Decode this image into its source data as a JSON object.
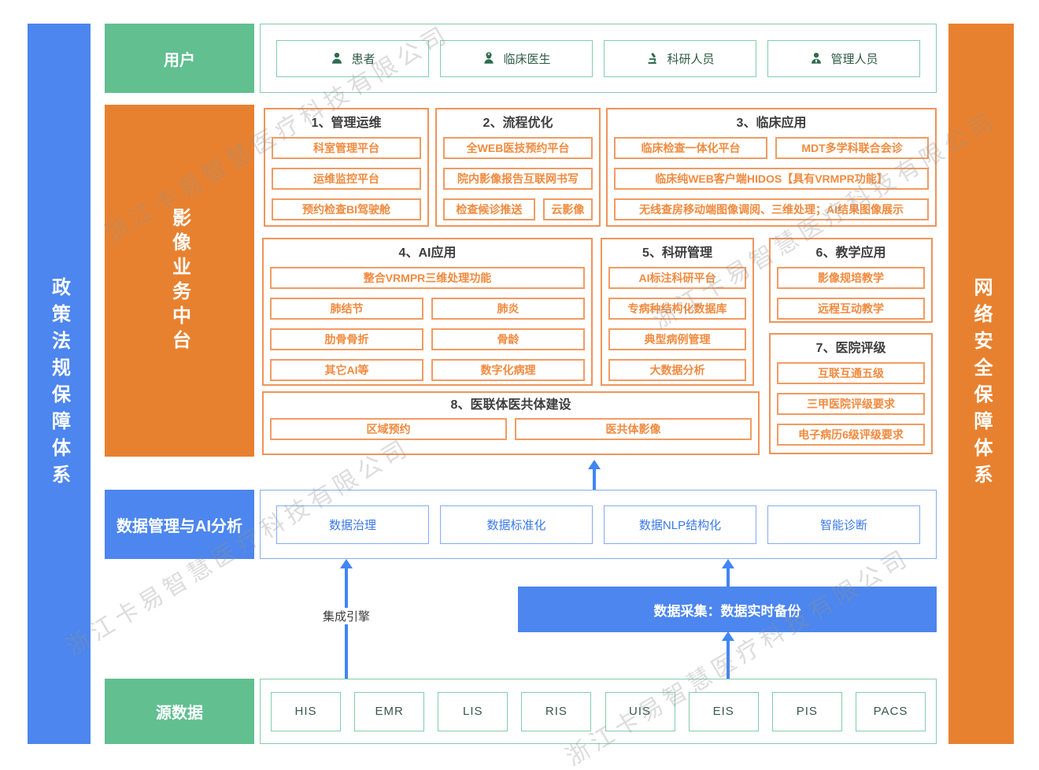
{
  "watermark_text": "浙江卡易智慧医疗科技有限公司",
  "colors": {
    "green": "#61BF90",
    "blue": "#4C86EE",
    "orange": "#E8812F",
    "arrow_blue": "#4285F4",
    "orange_item_text": "#F28A3E",
    "dark_green_icon": "#2D6B4F"
  },
  "left_bar": {
    "label": "政策法规保障体系"
  },
  "right_bar": {
    "label": "网络安全保障体系"
  },
  "users": {
    "label": "用户",
    "items": [
      {
        "label": "患者",
        "icon": "patient-icon"
      },
      {
        "label": "临床医生",
        "icon": "doctor-icon"
      },
      {
        "label": "科研人员",
        "icon": "microscope-icon"
      },
      {
        "label": "管理人员",
        "icon": "manager-icon"
      }
    ]
  },
  "platform": {
    "label": "影像业务中台",
    "s1": {
      "title": "1、管理运维",
      "items": [
        "科室管理平台",
        "运维监控平台",
        "预约检查BI驾驶舱"
      ]
    },
    "s2": {
      "title": "2、流程优化",
      "items": [
        "全WEB医技预约平台",
        "院内影像报告互联网书写"
      ],
      "row": [
        "检查候诊推送",
        "云影像"
      ]
    },
    "s3": {
      "title": "3、临床应用",
      "row": [
        "临床检查一体化平台",
        "MDT多学科联合会诊"
      ],
      "wide": [
        "临床纯WEB客户端HIDOS【具有VRMPR功能】",
        "无线查房移动端图像调阅、三维处理；AI结果图像展示"
      ]
    },
    "s4": {
      "title": "4、AI应用",
      "wide": "整合VRMPR三维处理功能",
      "grid": [
        "肺结节",
        "肺炎",
        "肋骨骨折",
        "骨龄",
        "其它AI等",
        "数字化病理"
      ]
    },
    "s5": {
      "title": "5、科研管理",
      "items": [
        "AI标注科研平台",
        "专病种结构化数据库",
        "典型病例管理",
        "大数据分析"
      ]
    },
    "s6": {
      "title": "6、教学应用",
      "items": [
        "影像规培教学",
        "远程互动教学"
      ]
    },
    "s7": {
      "title": "7、医院评级",
      "items": [
        "互联互通五级",
        "三甲医院评级要求",
        "电子病历6级评级要求"
      ]
    },
    "s8": {
      "title": "8、医联体医共体建设",
      "items": [
        "区域预约",
        "医共体影像"
      ]
    }
  },
  "data_mgmt": {
    "label": "数据管理与AI分析",
    "items": [
      "数据治理",
      "数据标准化",
      "数据NLP结构化",
      "智能诊断"
    ]
  },
  "middle": {
    "integration_label": "集成引擎",
    "collection_label": "数据采集：数据实时备份"
  },
  "source": {
    "label": "源数据",
    "items": [
      "HIS",
      "EMR",
      "LIS",
      "RIS",
      "UIS",
      "EIS",
      "PIS",
      "PACS"
    ]
  }
}
